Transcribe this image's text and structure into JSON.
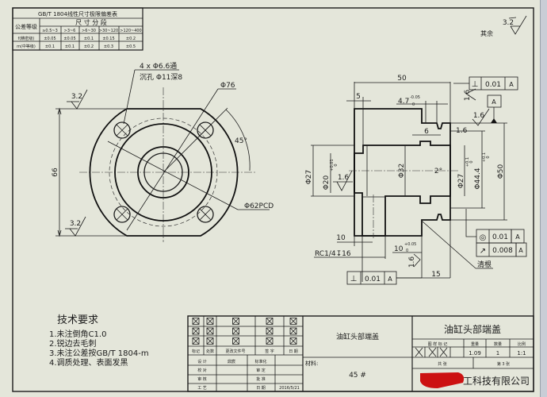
{
  "colors": {
    "paper": "#e4e6da",
    "line": "#1c1c1c",
    "redaction": "#cc1111"
  },
  "tolerance_table": {
    "title": "GB/T 1804线性尺寸极限偏差表",
    "grade_header": "公差等级",
    "size_header": "尺 寸 分 段",
    "ranges": [
      "≥0.5~3",
      ">3~6",
      ">6~30",
      ">30~120",
      ">120~400"
    ],
    "rows": [
      {
        "grade": "f(精密级)",
        "values": [
          "±0.05",
          "±0.05",
          "±0.1",
          "±0.15",
          "±0.2"
        ]
      },
      {
        "grade": "m(中等级)",
        "values": [
          "±0.1",
          "±0.1",
          "±0.2",
          "±0.3",
          "±0.5"
        ]
      }
    ]
  },
  "general_roughness": {
    "value": "3.2",
    "label": "其余"
  },
  "front_view": {
    "hole_note_1": "4 x Φ6.6通",
    "hole_note_2": "沉孔 Φ11深8",
    "outer_diameter": "Φ76",
    "pcd": "Φ62PCD",
    "angle": "45°",
    "height": "66",
    "roughness_top": "3.2",
    "roughness_bottom": "3.2"
  },
  "section_view": {
    "length": "50",
    "step_5": "5",
    "groove_width": "4.7",
    "groove_width_tol_upper": "-0.05",
    "groove_width_tol_lower": "0",
    "dim_6": "6",
    "roughness_1": "1.6",
    "roughness_2": "1.6",
    "roughness_3": "1.6",
    "roughness_4": "1.6",
    "roughness_5": "1.6",
    "dia_27_left": "Φ27",
    "dia_20": "Φ20",
    "dia_20_tol_upper": "+0.01",
    "dia_20_tol_lower": "0",
    "dia_32": "Φ32",
    "angle_2": "2°",
    "dia_27_right": "Φ27",
    "dia_27_tol_upper": "+0.1",
    "dia_27_tol_lower": "0",
    "dia_44": "Φ44.4",
    "dia_44_tol_upper": "+0.1",
    "dia_44_tol_lower": "0",
    "dia_50": "Φ50",
    "dim_10_left": "10",
    "dim_10_mid": "10",
    "dim_10_tol_upper": "+0.05",
    "dim_10_tol_lower": "0",
    "thread": "RC1/4↧16",
    "dim_15": "15",
    "undercut_note": "清根",
    "datum": "A",
    "fcf_top": {
      "symbol": "⊥",
      "value": "0.01",
      "datum": "A"
    },
    "fcf_concentricity": {
      "symbol": "◎",
      "value": "0.01",
      "datum": "A"
    },
    "fcf_runout": {
      "symbol": "↗",
      "value": "0.008",
      "datum": "A"
    },
    "fcf_bottom": {
      "symbol": "⊥",
      "value": "0.01",
      "datum": "A"
    }
  },
  "tech_requirements": {
    "title": "技术要求",
    "items": [
      "1.未注倒角C1.0",
      "2.锐边去毛刺",
      "3.未注公差按GB/T 1804-m",
      "4.调质处理、表面发黑"
    ]
  },
  "title_block": {
    "rev_headers": [
      "标记",
      "处数",
      "更改文件号",
      "签 字",
      "日 期"
    ],
    "design_label": "设 计",
    "designer": "鼎宸",
    "standardize_label": "标准化",
    "check_label": "校 对",
    "approve_label": "审 定",
    "review_label": "审 核",
    "ratify_label": "批 准",
    "process_label": "工 艺",
    "date_label": "日 期",
    "date": "2016/5/21",
    "part_name_center": "油缸头部端盖",
    "material_label": "材料:",
    "material": "45 #",
    "part_name": "油缸头部端盖",
    "mark_header": "图 样 标 记",
    "weight_header": "重量",
    "qty_header": "数量",
    "scale_header": "比例",
    "weight": "1.09",
    "qty": "1",
    "scale": "1:1",
    "sheets_total": "共   张",
    "sheet_no": "第 3 张",
    "company": "工科技有限公司"
  }
}
